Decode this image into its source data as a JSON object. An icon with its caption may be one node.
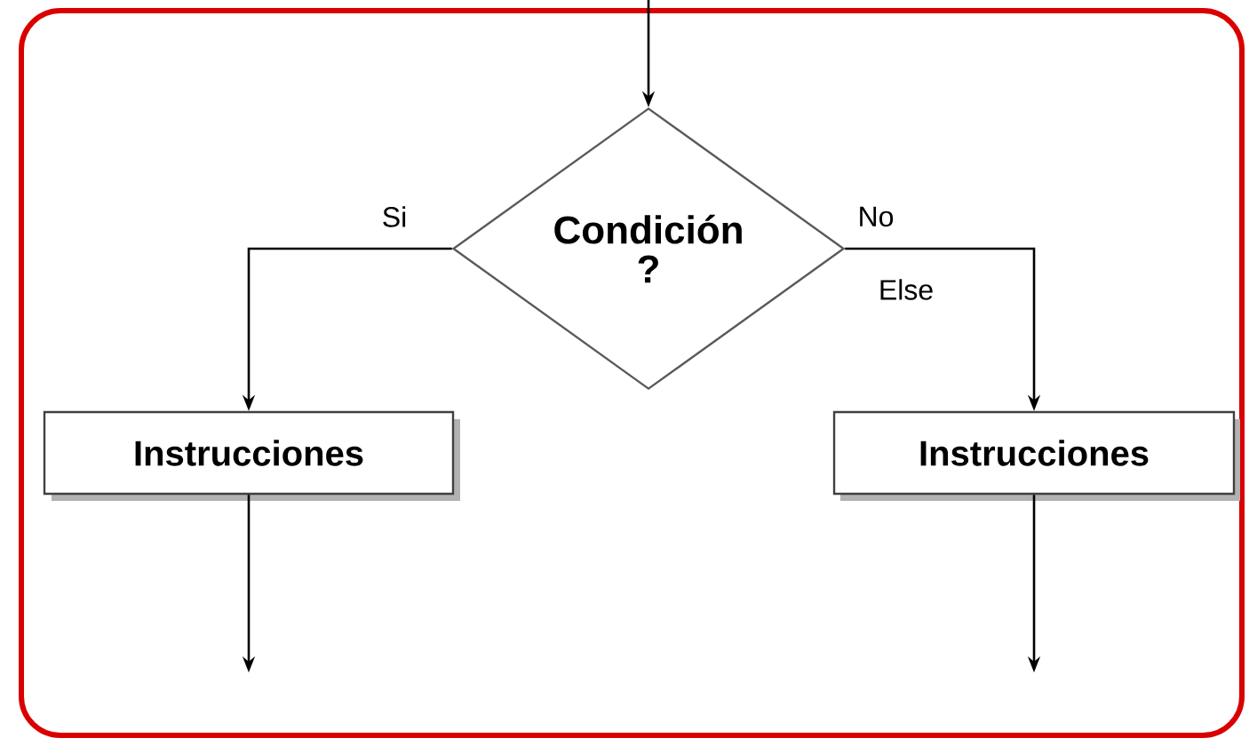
{
  "diagram": {
    "nodes": [
      {
        "text": [
          "Condición ?"
        ]
      },
      {
        "text": [
          "Instrucciones"
        ]
      },
      {
        "text": [
          "Instrucciones"
        ]
      }
    ],
    "edges": [
      {
        "from": null,
        "to": 0,
        "arrow": "to"
      },
      {
        "from": 0,
        "to": 1,
        "arrow": "to",
        "label": "Si"
      },
      {
        "from": 0,
        "to": 2,
        "arrow": "to",
        "label": "No"
      },
      {
        "from": 1,
        "to": null,
        "arrow": "to"
      },
      {
        "from": 2,
        "to": null,
        "arrow": "to"
      }
    ],
    "labels": [
      "Else"
    ]
  }
}
